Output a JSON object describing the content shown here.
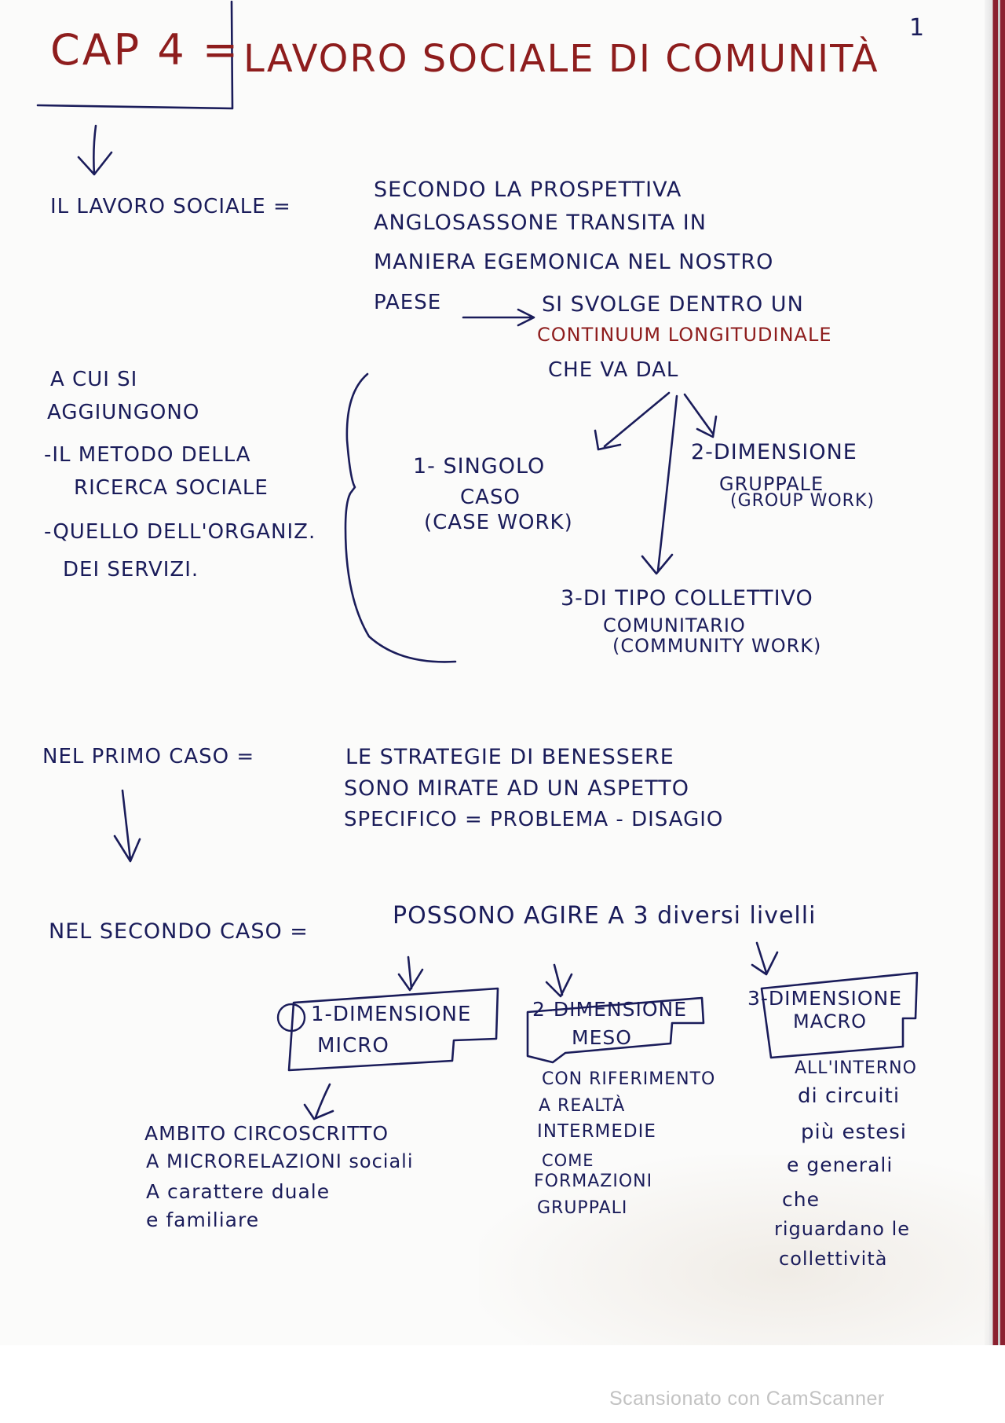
{
  "page_number": "1",
  "title": {
    "cap": "CAP 4 =",
    "main": "LAVORO SOCIALE DI COMUNITÀ"
  },
  "definition": {
    "subject": "IL LAVORO SOCIALE =",
    "lines": [
      "SECONDO LA PROSPETTIVA",
      "ANGLOSASSONE TRANSITA IN",
      "MANIERA EGEMONICA NEL NOSTRO",
      "PAESE"
    ],
    "arrow_text": "SI SVOLGE DENTRO UN",
    "red_text": "CONTINUUM LONGITUDINALE",
    "after_red": "CHE VA DAL"
  },
  "additions": {
    "lines": [
      "A CUI SI",
      "AGGIUNGONO",
      "-IL METODO DELLA",
      "RICERCA SOCIALE",
      "-QUELLO DELL'ORGANIZ.",
      "DEI SERVIZI."
    ]
  },
  "dimensions": {
    "first": [
      "1- SINGOLO",
      "CASO",
      "(CASE WORK)"
    ],
    "second": [
      "2-DIMENSIONE",
      "GRUPPALE",
      "(GROUP WORK)"
    ],
    "third": [
      "3-DI TIPO COLLETTIVO",
      "COMUNITARIO",
      "(COMMUNITY WORK)"
    ]
  },
  "primo_caso": {
    "label": "NEL PRIMO CASO =",
    "lines": [
      "LE STRATEGIE DI BENESSERE",
      "SONO MIRATE AD UN ASPETTO",
      "SPECIFICO = PROBLEMA - DISAGIO"
    ]
  },
  "secondo_caso": {
    "label": "NEL SECONDO CASO =",
    "text": "POSSONO AGIRE A 3 diversi livelli"
  },
  "livelli": [
    {
      "box": [
        "1-DIMENSIONE",
        "MICRO"
      ],
      "desc": [
        "AMBITO CIRCOSCRITTO",
        "A MICRORELAZIONI sociali",
        "A carattere duale",
        "e familiare"
      ]
    },
    {
      "box": [
        "2-DIMENSIONE",
        "MESO"
      ],
      "desc": [
        "CON RIFERIMENTO",
        "A REALTÀ",
        "INTERMEDIE",
        "COME",
        "FORMAZIONI",
        "GRUPPALI"
      ]
    },
    {
      "box": [
        "3-DIMENSIONE",
        "MACRO"
      ],
      "desc": [
        "ALL'INTERNO",
        "di circuiti",
        "più estesi",
        "e generali",
        "che",
        "riguardano le",
        "collettività"
      ]
    }
  ],
  "watermark": "Scansionato con CamScanner"
}
